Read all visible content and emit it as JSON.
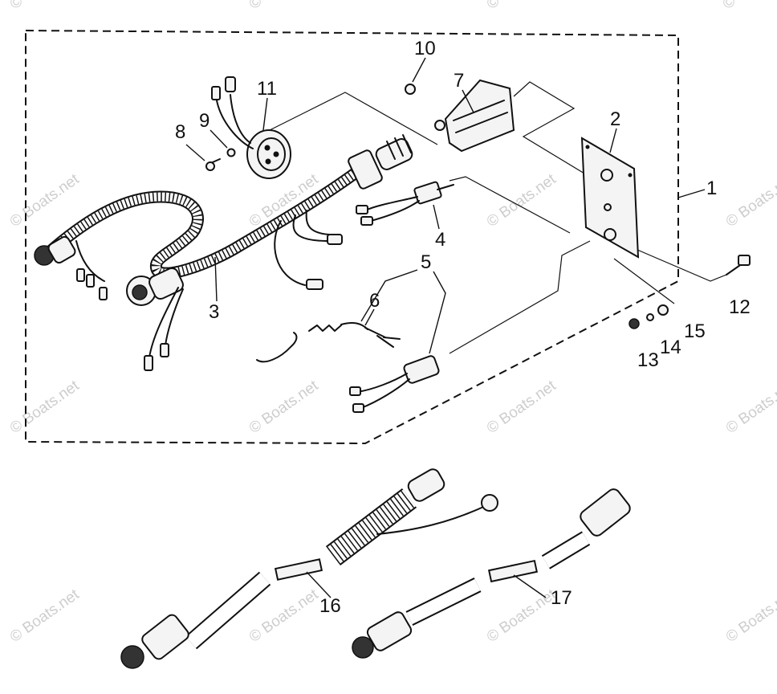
{
  "watermark": "© Boats.net",
  "callouts": {
    "c1": "1",
    "c2": "2",
    "c3": "3",
    "c4": "4",
    "c5": "5",
    "c6": "6",
    "c7": "7",
    "c8": "8",
    "c9": "9",
    "c10": "10",
    "c11": "11",
    "c12": "12",
    "c13": "13",
    "c14": "14",
    "c15": "15",
    "c16": "16",
    "c17": "17"
  }
}
